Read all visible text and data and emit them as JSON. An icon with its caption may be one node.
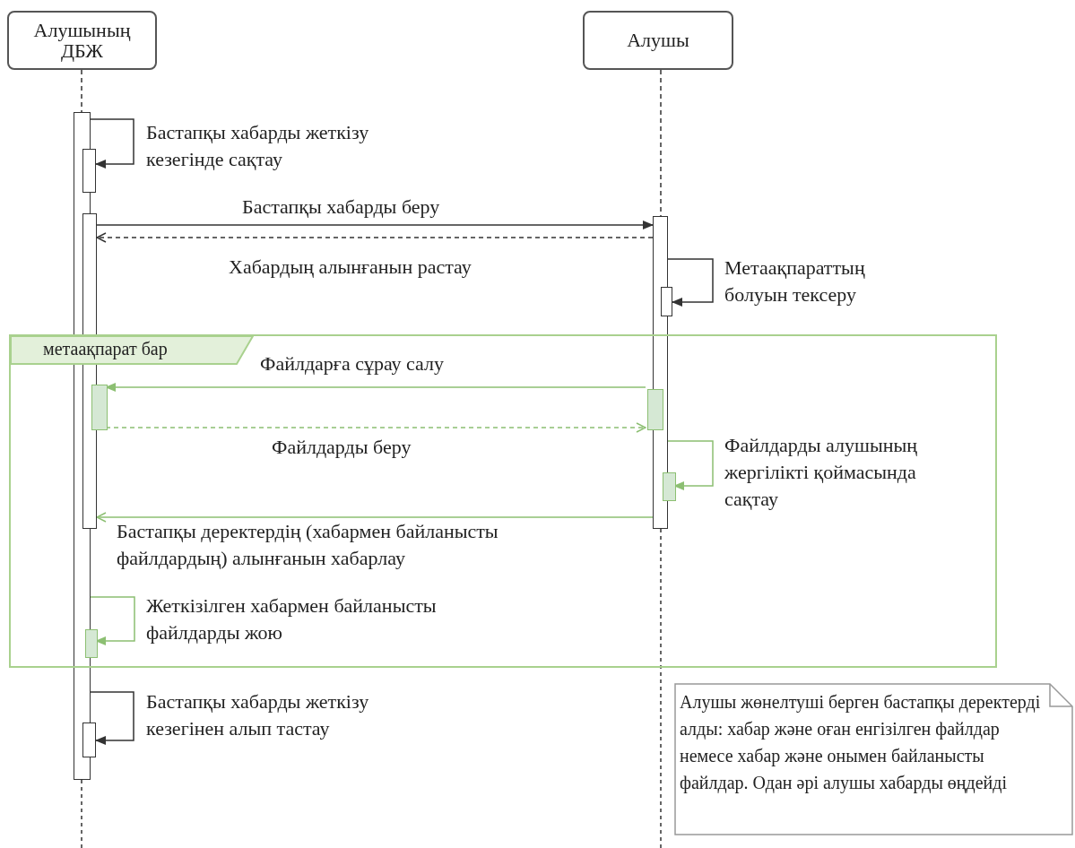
{
  "diagram": {
    "nodes": [
      {
        "text": [
          "Алушының ДБЖ"
        ]
      },
      {
        "text": [
          "Алушы"
        ]
      },
      {
        "text": [],
        "shape": "bar"
      },
      {
        "text": [],
        "shape": "bar"
      },
      {
        "text": [],
        "shape": "bar"
      },
      {
        "text": [],
        "shape": "bar"
      },
      {
        "text": [],
        "shape": "bar"
      },
      {
        "text": [
          "метаақпарат бар"
        ]
      },
      {
        "text": [],
        "shape": "bar",
        "in": 7
      },
      {
        "text": [],
        "shape": "bar",
        "in": 7
      },
      {
        "text": [],
        "shape": "bar",
        "in": 7
      },
      {
        "text": [],
        "shape": "bar",
        "in": 7
      },
      {
        "text": [],
        "shape": "bar"
      },
      {
        "text": [
          "Алушы жөнелтуші берген бастапқы деректерді алды: хабар және оған енгізілген файлдар немесе хабар және онымен байланысты файлдар. Одан әрі алушы хабарды өңдейді"
        ]
      }
    ],
    "edges": [
      {
        "from": 2,
        "to": 3,
        "arrow": "to",
        "label": "Бастапқы хабарды жеткізу кезегінде сақтау"
      },
      {
        "from": 4,
        "to": 5,
        "arrow": "to",
        "label": "Бастапқы хабарды беру"
      },
      {
        "from": 5,
        "to": 4,
        "arrow": "to",
        "style": "dashed",
        "label": "Хабардың алынғанын растау"
      },
      {
        "from": 5,
        "to": 6,
        "arrow": "to",
        "label": "Метаақпараттың болуын тексеру"
      },
      {
        "from": 9,
        "to": 8,
        "arrow": "to",
        "color": "#8cbf72",
        "label": "Файлдарға сұрау салу"
      },
      {
        "from": 8,
        "to": 9,
        "arrow": "to",
        "style": "dashed",
        "color": "#8cbf72",
        "label": "Файлдарды беру"
      },
      {
        "from": 5,
        "to": 10,
        "arrow": "to",
        "color": "#8cbf72",
        "label": "Файлдарды алушының жергілікті қоймасында сақтау"
      },
      {
        "from": 5,
        "to": 4,
        "arrow": "to",
        "color": "#8cbf72",
        "label": "Бастапқы деректердің (хабармен байланысты файлдардың) алынғанын хабарлау"
      },
      {
        "from": 2,
        "to": 11,
        "arrow": "to",
        "color": "#8cbf72",
        "label": "Жеткізілген хабармен байланысты файлдарды жою"
      },
      {
        "from": 2,
        "to": 12,
        "arrow": "to",
        "label": "Бастапқы хабарды жеткізу кезегінен алып тастау"
      },
      {
        "from": 0,
        "to": 2,
        "arrow": "none",
        "style": "dashed"
      },
      {
        "from": 1,
        "to": 5,
        "arrow": "none",
        "style": "dashed"
      }
    ]
  }
}
